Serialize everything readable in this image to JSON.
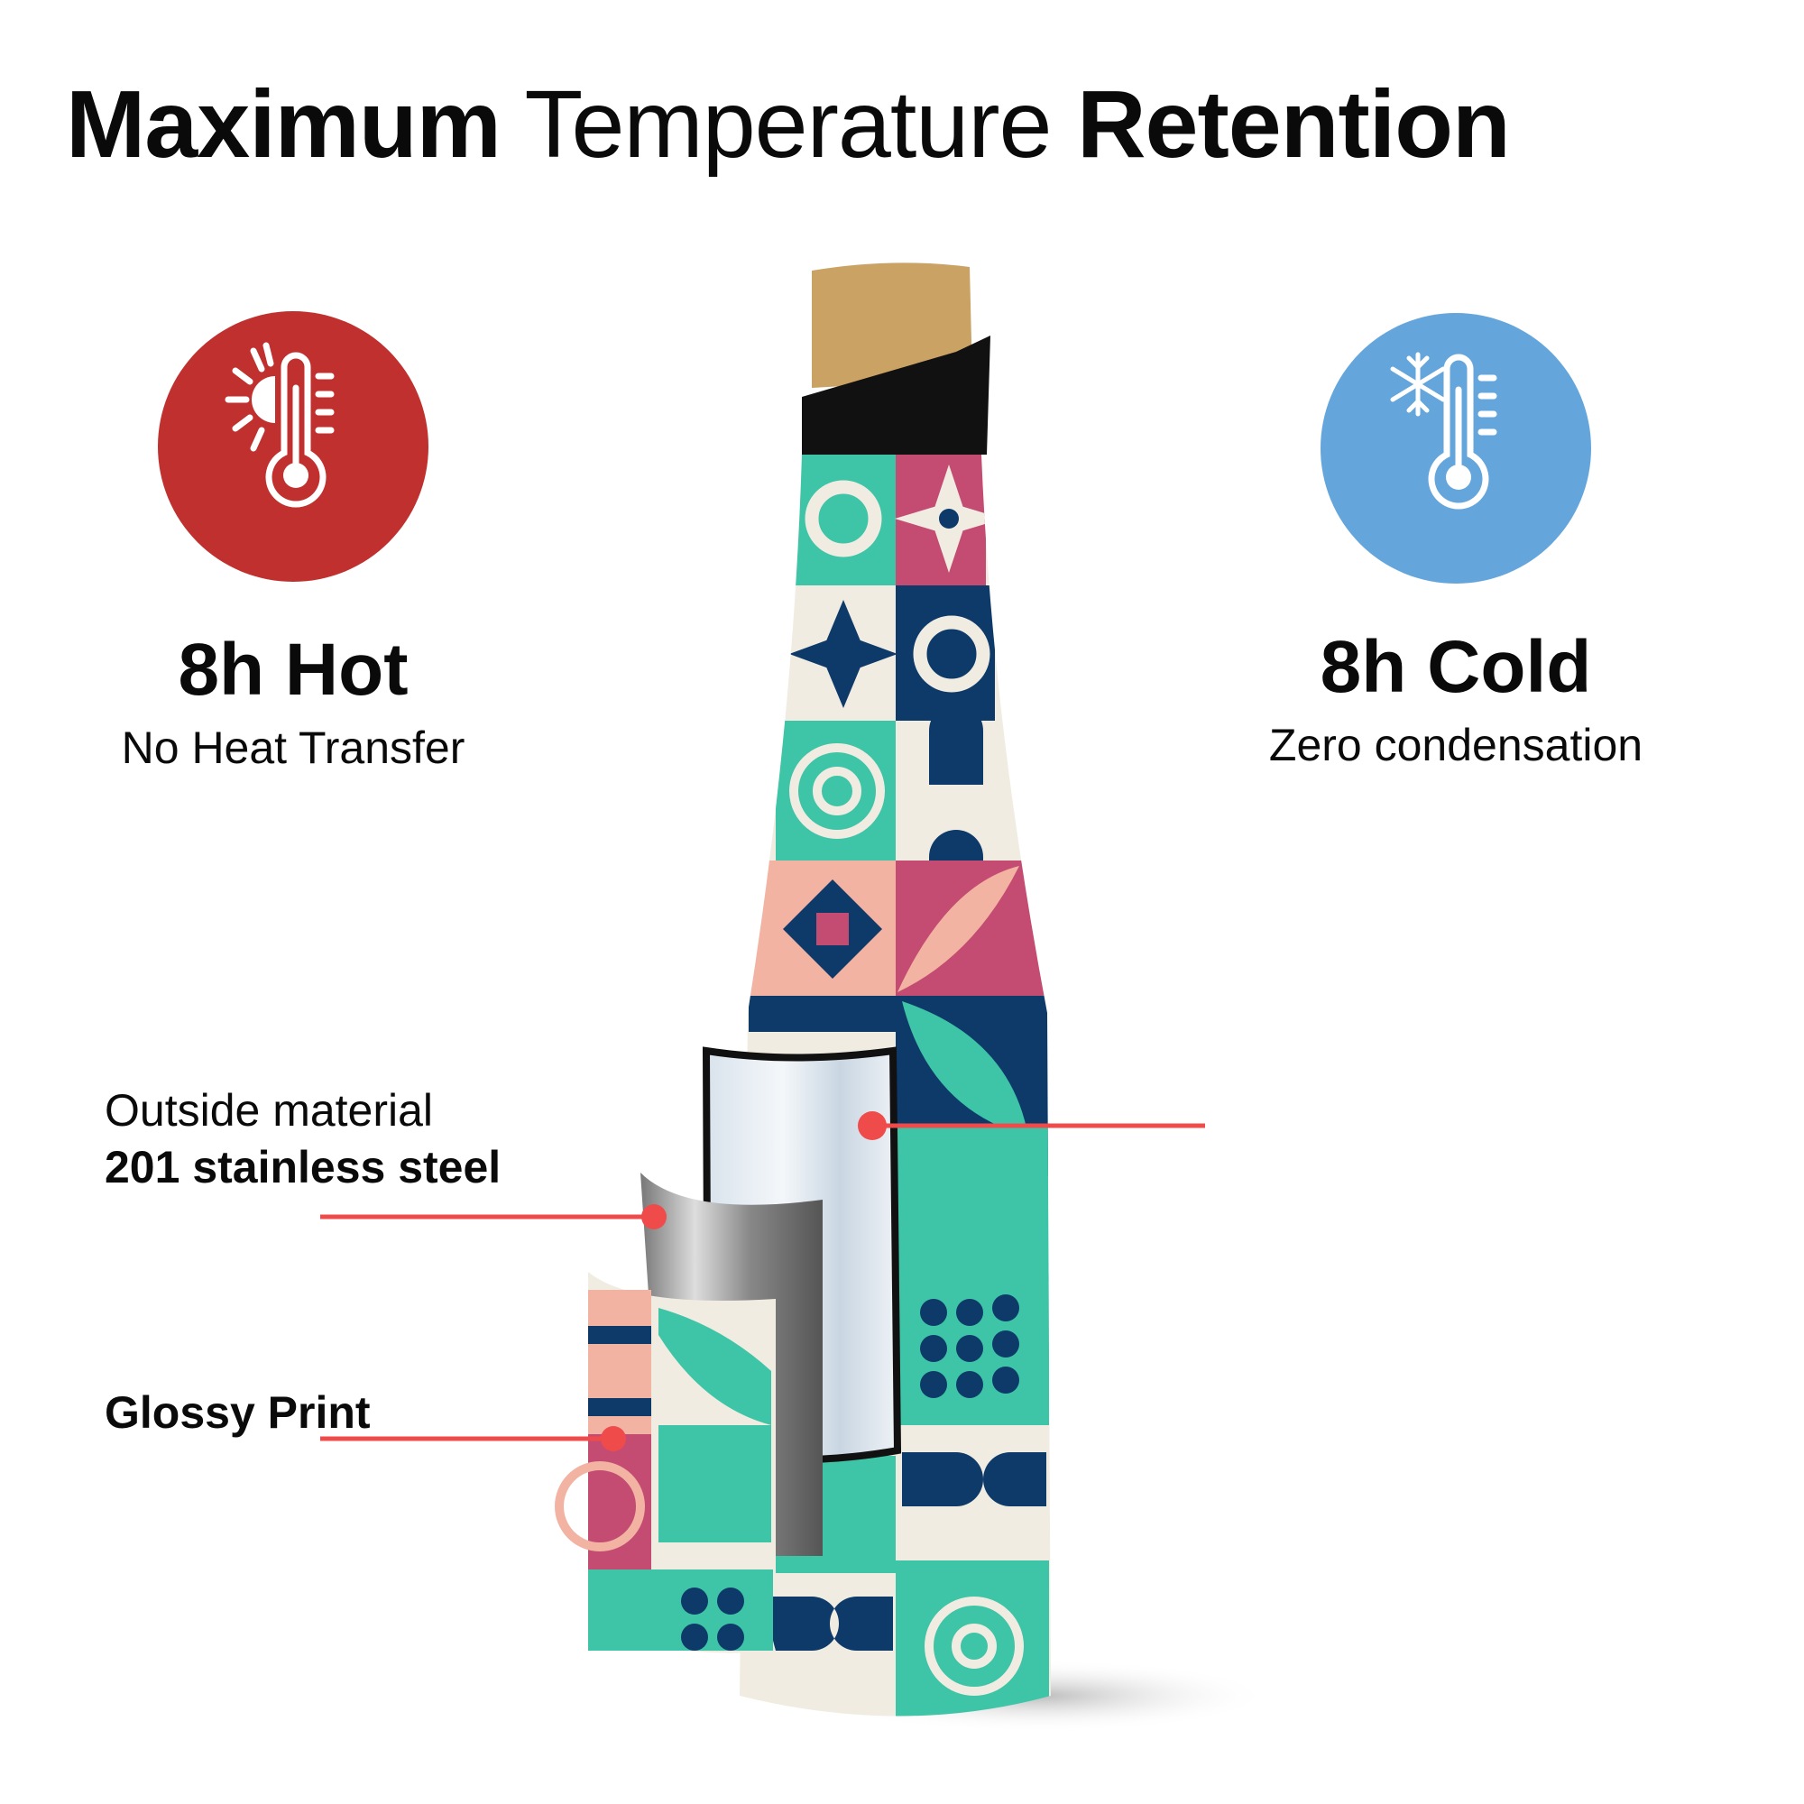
{
  "title": {
    "part1": "Maximum",
    "part2": "Temperature",
    "part3": "Retention"
  },
  "hot": {
    "heading": "8h Hot",
    "subtitle": "No Heat Transfer",
    "icon": "thermometer-sun-icon",
    "color": "#c0302e"
  },
  "cold": {
    "heading": "8h Cold",
    "subtitle": "Zero condensation",
    "icon": "thermometer-snowflake-icon",
    "color": "#64a5dc"
  },
  "callouts": {
    "outside_label": "Outside material",
    "outside_value": "201 stainless steel",
    "print_label": "Glossy Print",
    "line_color": "#f04b4b"
  }
}
